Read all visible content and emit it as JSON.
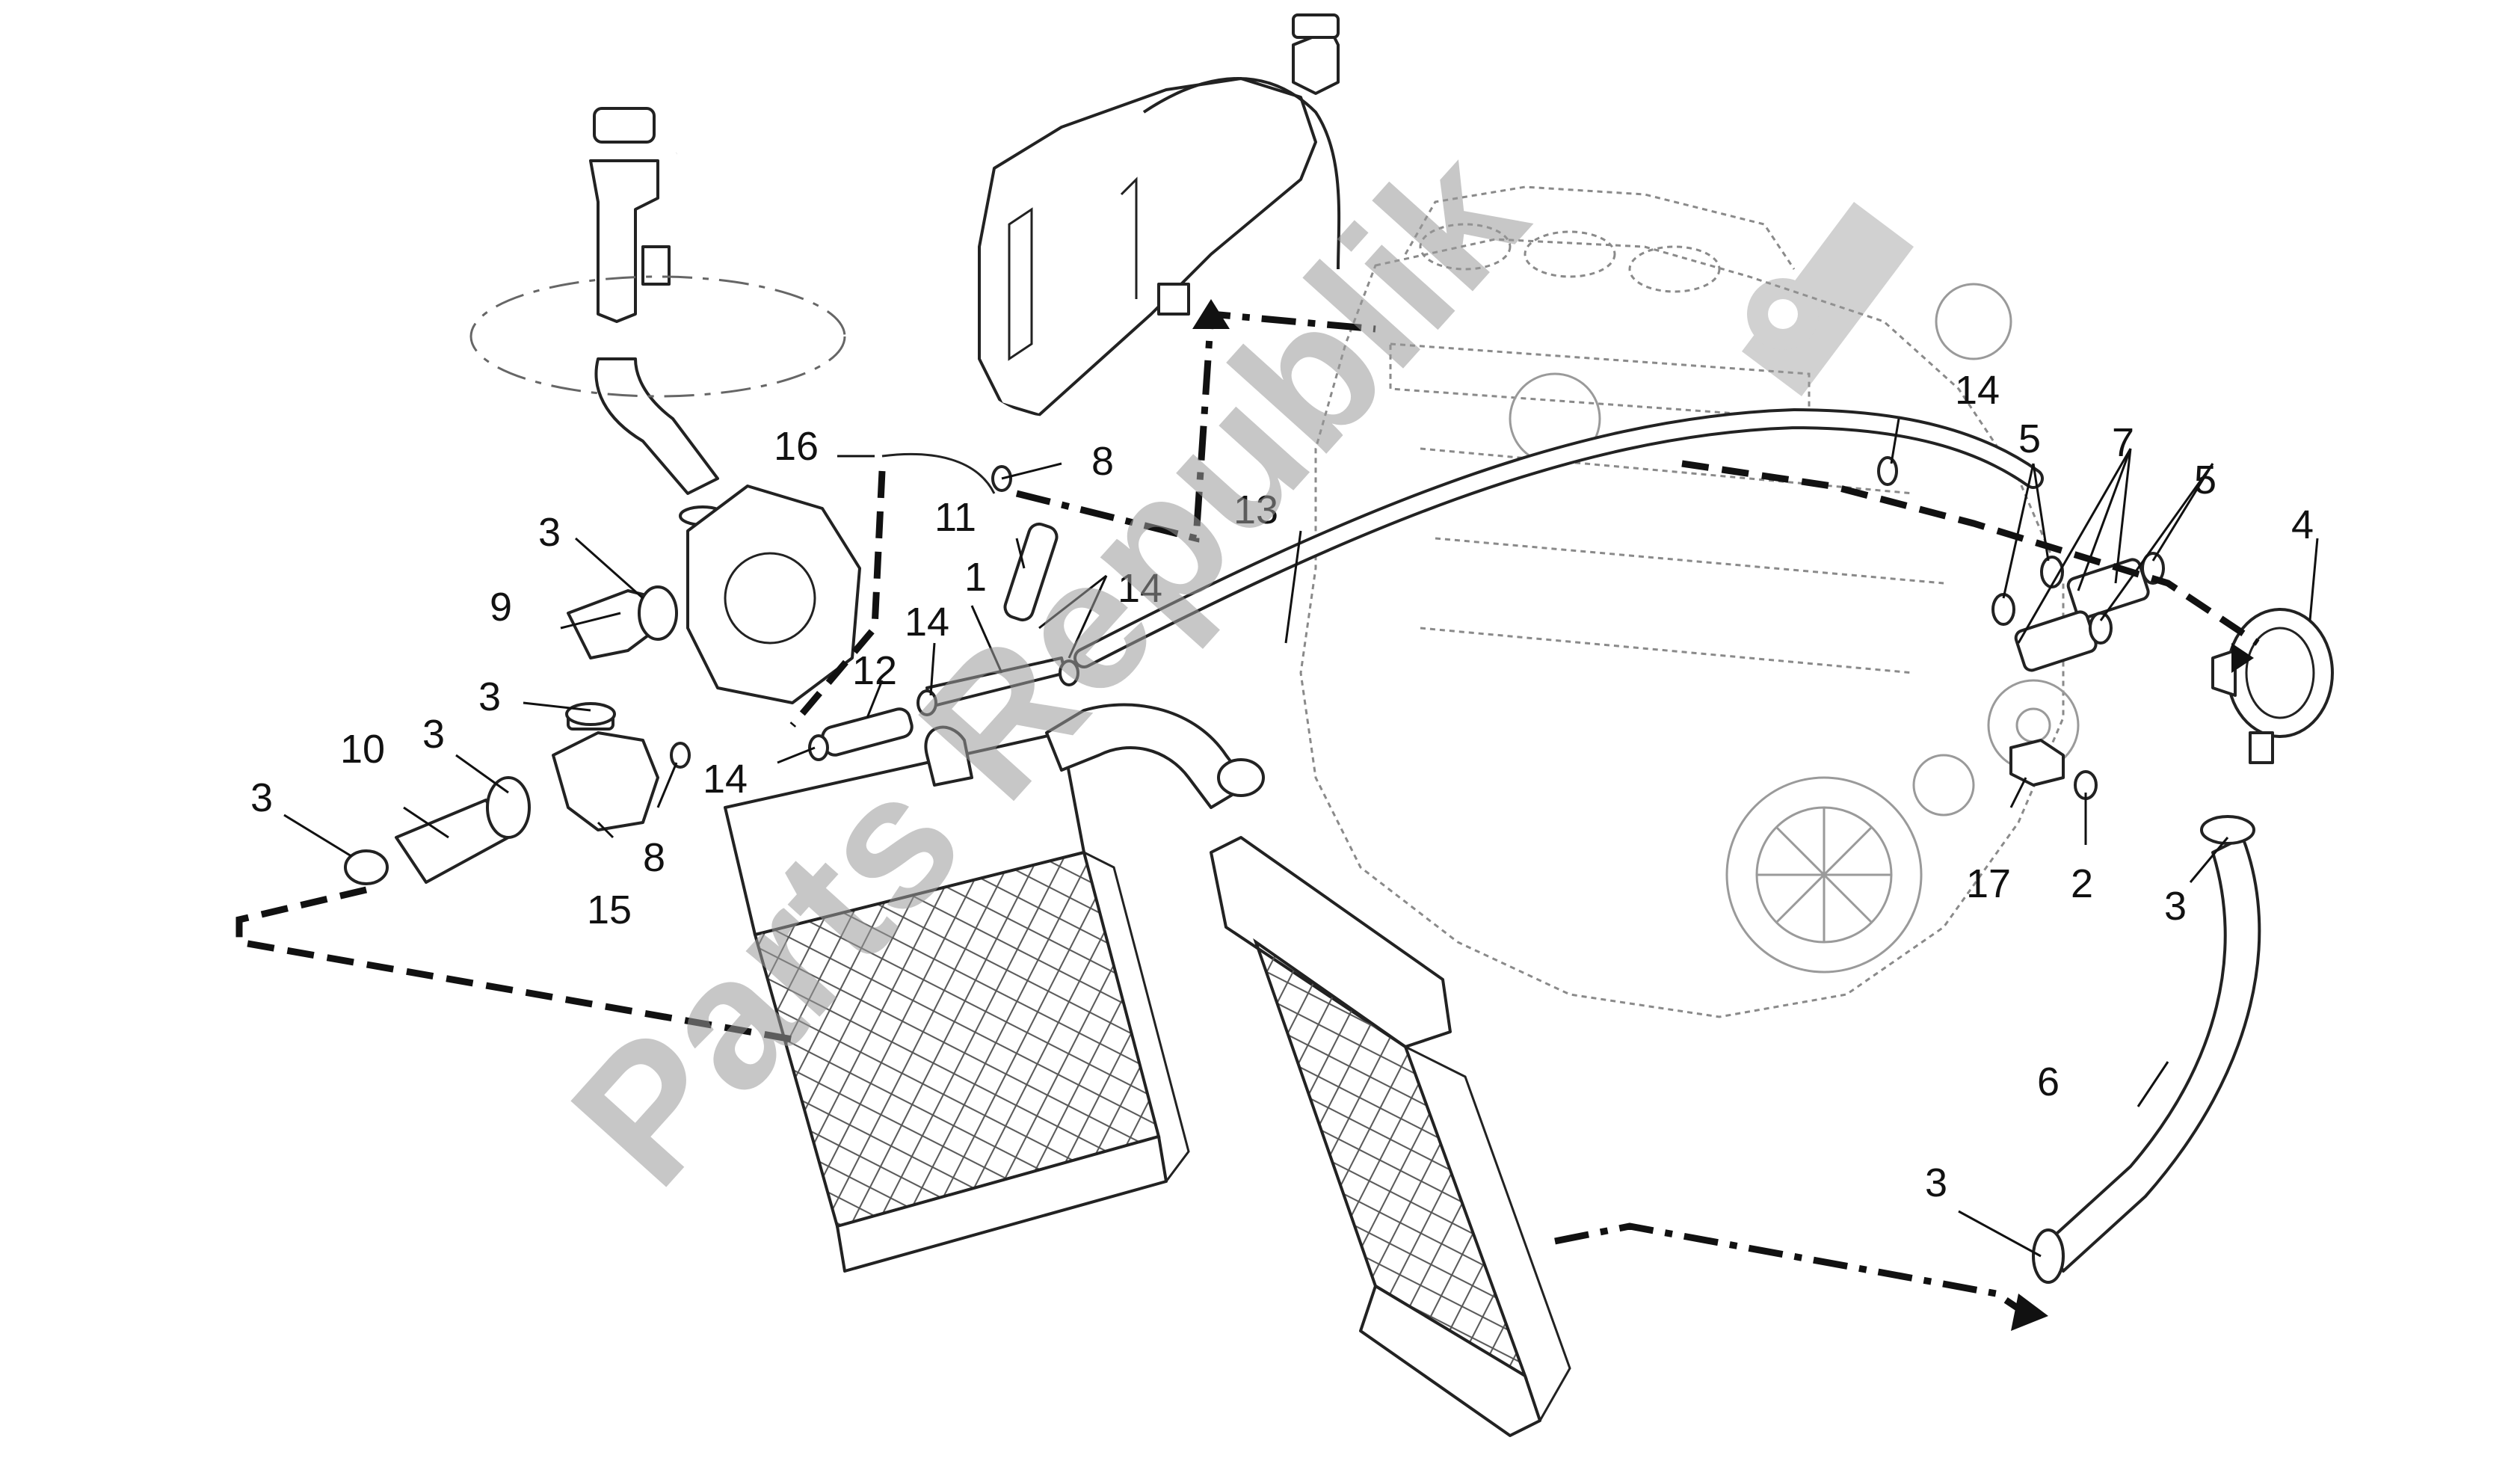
{
  "callouts": {
    "c1": "1",
    "c2": "2",
    "c3a": "3",
    "c3b": "3",
    "c3c": "3",
    "c3d": "3",
    "c3e": "3",
    "c3f": "3",
    "c4": "4",
    "c5a": "5",
    "c5b": "5",
    "c6": "6",
    "c7": "7",
    "c8a": "8",
    "c8b": "8",
    "c9": "9",
    "c10": "10",
    "c11": "11",
    "c12": "12",
    "c13": "13",
    "c14a": "14",
    "c14b": "14",
    "c14c": "14",
    "c14d": "14",
    "c15": "15",
    "c16": "16",
    "c17": "17"
  },
  "watermark": {
    "text": "Parts Republik"
  }
}
